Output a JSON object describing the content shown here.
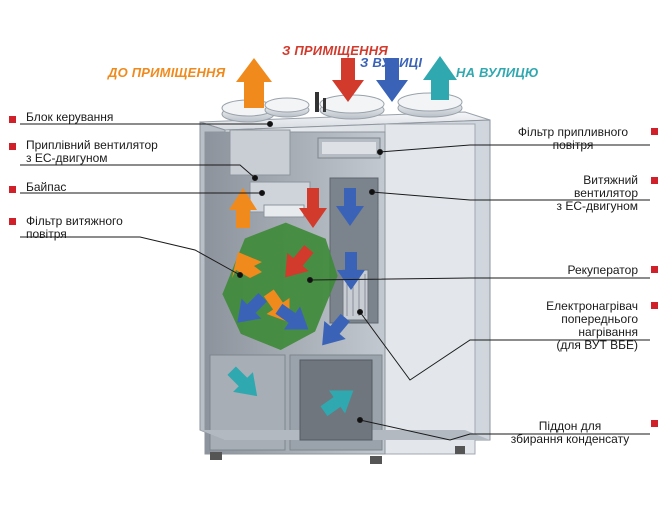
{
  "flows": {
    "supply_in": {
      "text": "ДО ПРИМІЩЕННЯ",
      "color": "#f08a1c"
    },
    "from_room": {
      "text": "З ПРИМІЩЕННЯ",
      "color": "#d23a2c"
    },
    "to_street": {
      "text": "З ВУЛИЦІ",
      "color": "#3a63b8"
    },
    "exhaust_out": {
      "text": "НА ВУЛИЦЮ",
      "color": "#2fa8b0"
    }
  },
  "labels": {
    "left": [
      {
        "id": "control-unit",
        "lines": [
          "Блок керування"
        ]
      },
      {
        "id": "supply-fan",
        "lines": [
          "Приплівний вентилятор",
          "з ЕС-двигуном"
        ]
      },
      {
        "id": "bypass",
        "lines": [
          "Байпас"
        ]
      },
      {
        "id": "exhaust-filter",
        "lines": [
          "Фільтр витяжного",
          "повітря"
        ]
      }
    ],
    "right": [
      {
        "id": "supply-filter",
        "lines": [
          "Фільтр припливного",
          "повітря"
        ]
      },
      {
        "id": "exhaust-fan",
        "lines": [
          "Витяжний",
          "вентилятор",
          "з ЕС-двигуном"
        ]
      },
      {
        "id": "recuperator",
        "lines": [
          "Рекуператор"
        ]
      },
      {
        "id": "preheater",
        "lines": [
          "Електронагрівач",
          "попереднього",
          "нагрівання",
          "(для ВУТ ВБЕ)"
        ]
      },
      {
        "id": "condensate-tray",
        "lines": [
          "Піддон для",
          "збирання конденсату"
        ]
      }
    ]
  },
  "colors": {
    "marker": "#d0202a",
    "housing": "#d9dde3",
    "recuperator": "#3f8a3a"
  }
}
